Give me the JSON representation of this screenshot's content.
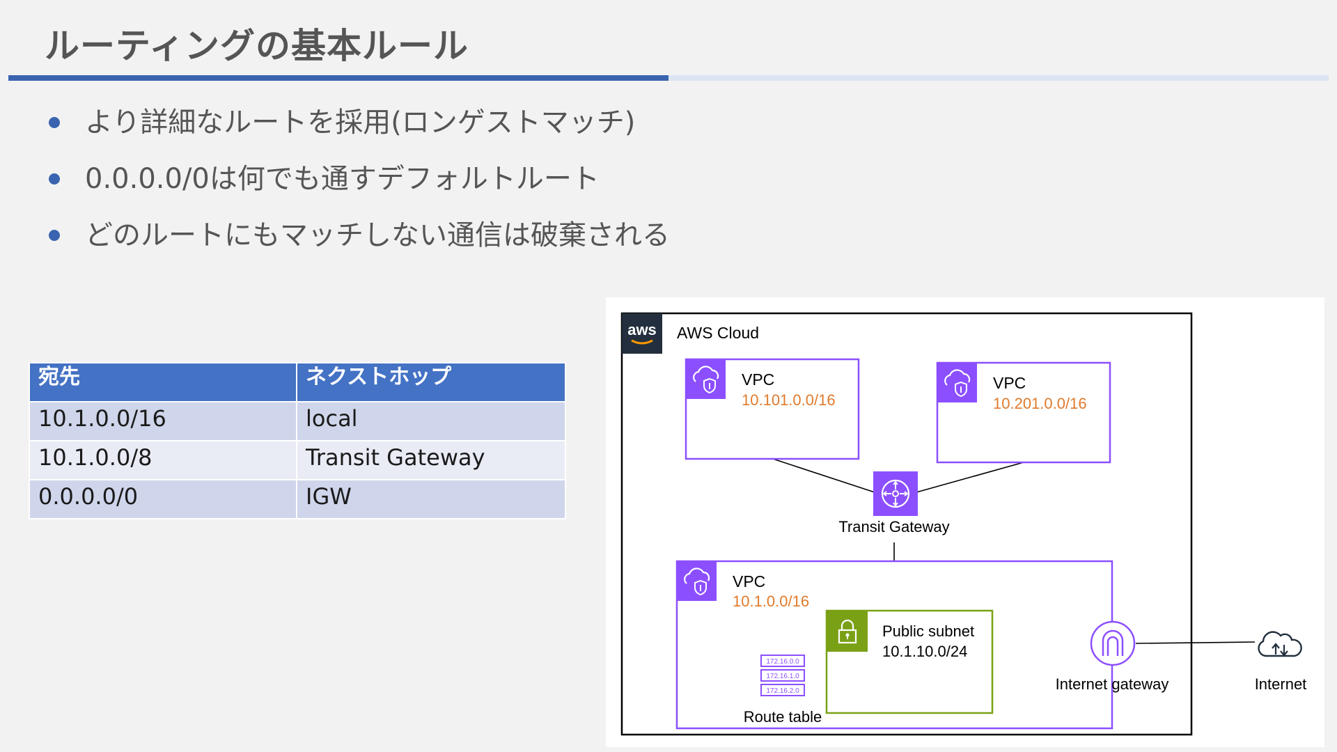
{
  "title": "ルーティングの基本ルール",
  "bullets": [
    "より詳細なルートを採用(ロンゲストマッチ)",
    "0.0.0.0/0は何でも通すデフォルトルート",
    "どのルートにもマッチしない通信は破棄される"
  ],
  "route_table": {
    "headers": [
      "宛先",
      "ネクストホップ"
    ],
    "rows": [
      [
        "10.1.0.0/16",
        "local"
      ],
      [
        "10.1.0.0/8",
        "Transit Gateway"
      ],
      [
        "0.0.0.0/0",
        "IGW"
      ]
    ]
  },
  "diagram": {
    "aws_logo": "aws",
    "cloud_label": "AWS Cloud",
    "vpc_left": {
      "label": "VPC",
      "cidr": "10.101.0.0/16"
    },
    "vpc_right": {
      "label": "VPC",
      "cidr": "10.201.0.0/16"
    },
    "vpc_main": {
      "label": "VPC",
      "cidr": "10.1.0.0/16"
    },
    "transit_gateway": "Transit Gateway",
    "subnet": {
      "label": "Public subnet",
      "cidr": "10.1.10.0/24"
    },
    "route_table_label": "Route table",
    "route_table_entries": [
      "172.16.0.0",
      "172.16.1.0",
      "172.16.2.0"
    ],
    "igw_label": "Internet gateway",
    "internet_label": "Internet"
  },
  "colors": {
    "accent_blue": "#3a64b0",
    "table_header": "#4472c4",
    "vpc_purple": "#8c4fff",
    "cidr_orange": "#e07a2c",
    "subnet_green": "#7aa116",
    "aws_dark": "#232f3e"
  }
}
